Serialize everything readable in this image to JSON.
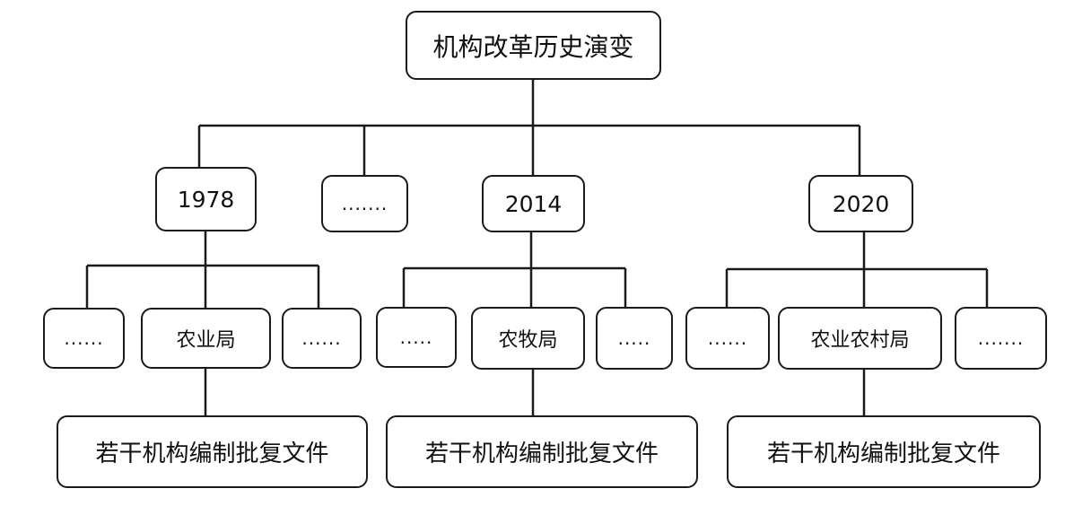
{
  "root": "机构改革历史演变",
  "years": [
    "1978",
    "2014",
    "2020"
  ],
  "ellipsis_mid": ".......",
  "ellipsis": "......",
  "ellipsis_short": ".....",
  "departments": [
    "农业局",
    "农牧局",
    "农业农村局"
  ],
  "documents": [
    "若干机构编制批复文件",
    "若干机构编制批复文件",
    "若干机构编制批复文件"
  ]
}
